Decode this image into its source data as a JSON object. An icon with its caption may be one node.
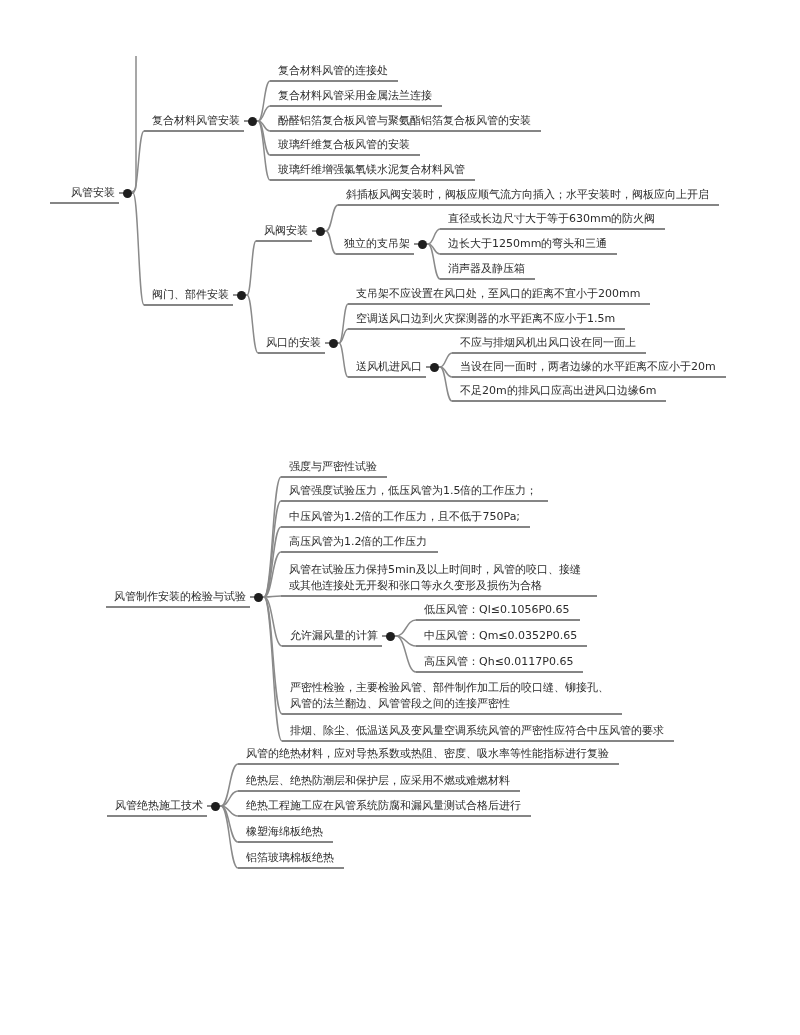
{
  "diagram": {
    "nodes": [
      {
        "text": [
          "风管安装"
        ]
      },
      {
        "text": [
          "复合材料风管安装"
        ]
      },
      {
        "text": [
          "复合材料风管的连接处"
        ]
      },
      {
        "text": [
          "复合材料风管采用金属法兰连接"
        ]
      },
      {
        "text": [
          "酚醛铝箔复合板风管与聚氨酯铝箔复合板风管的安装"
        ]
      },
      {
        "text": [
          "玻璃纤维复合板风管的安装"
        ]
      },
      {
        "text": [
          "玻璃纤维增强氯氧镁水泥复合材料风管"
        ]
      },
      {
        "text": [
          "阀门、部件安装"
        ]
      },
      {
        "text": [
          "风阀安装"
        ]
      },
      {
        "text": [
          "斜插板风阀安装时，阀板应顺气流方向插入；水平安装时，阀板应向上开启"
        ]
      },
      {
        "text": [
          "独立的支吊架"
        ]
      },
      {
        "text": [
          "直径或长边尺寸大于等于630mm的防火阀"
        ]
      },
      {
        "text": [
          "边长大于1250mm的弯头和三通"
        ]
      },
      {
        "text": [
          "消声器及静压箱"
        ]
      },
      {
        "text": [
          "风口的安装"
        ]
      },
      {
        "text": [
          "支吊架不应设置在风口处，至风口的距离不宜小于200mm"
        ]
      },
      {
        "text": [
          "空调送风口边到火灾探测器的水平距离不应小于1.5m"
        ]
      },
      {
        "text": [
          "送风机进风口"
        ]
      },
      {
        "text": [
          "不应与排烟风机出风口设在同一面上"
        ]
      },
      {
        "text": [
          "当设在同一面时，两者边缘的水平距离不应小于20m"
        ]
      },
      {
        "text": [
          "不足20m的排风口应高出进风口边缘6m"
        ]
      },
      {
        "text": [
          "风管制作安装的检验与试验"
        ]
      },
      {
        "text": [
          "强度与严密性试验"
        ]
      },
      {
        "text": [
          "风管强度试验压力，低压风管为1.5倍的工作压力；"
        ]
      },
      {
        "text": [
          "中压风管为1.2倍的工作压力，且不低于750Pa;"
        ]
      },
      {
        "text": [
          "高压风管为1.2倍的工作压力"
        ]
      },
      {
        "text": [
          "风管在试验压力保持5min及以上时间时，风管的咬口、接缝或其他连接处无开裂和张口等永久变形及损伤为合格"
        ]
      },
      {
        "text": [
          "允许漏风量的计算"
        ]
      },
      {
        "text": [
          "低压风管：Ql≤0.1056P0.65"
        ]
      },
      {
        "text": [
          "中压风管：Qm≤0.0352P0.65"
        ]
      },
      {
        "text": [
          "高压风管：Qh≤0.0117P0.65"
        ]
      },
      {
        "text": [
          "严密性检验，主要检验风管、部件制作加工后的咬口缝、铆接孔、风管的法兰翻边、风管管段之间的连接严密性"
        ]
      },
      {
        "text": [
          "排烟、除尘、低温送风及变风量空调系统风管的严密性应符合中压风管的要求"
        ]
      },
      {
        "text": [
          "风管绝热施工技术"
        ]
      },
      {
        "text": [
          "风管的绝热材料，应对导热系数或热阻、密度、吸水率等性能指标进行复验"
        ]
      },
      {
        "text": [
          "绝热层、绝热防潮层和保护层，应采用不燃或难燃材料"
        ]
      },
      {
        "text": [
          "绝热工程施工应在风管系统防腐和漏风量测试合格后进行"
        ]
      },
      {
        "text": [
          "橡塑海绵板绝热"
        ]
      },
      {
        "text": [
          "铝箔玻璃棉板绝热"
        ]
      }
    ],
    "edges": [
      {
        "from": null,
        "to": 0,
        "arrow": "none"
      },
      {
        "from": 0,
        "to": 1,
        "arrow": "none"
      },
      {
        "from": 0,
        "to": 7,
        "arrow": "none"
      },
      {
        "from": 1,
        "to": 2,
        "arrow": "none"
      },
      {
        "from": 1,
        "to": 3,
        "arrow": "none"
      },
      {
        "from": 1,
        "to": 4,
        "arrow": "none"
      },
      {
        "from": 1,
        "to": 5,
        "arrow": "none"
      },
      {
        "from": 1,
        "to": 6,
        "arrow": "none"
      },
      {
        "from": 7,
        "to": 8,
        "arrow": "none"
      },
      {
        "from": 7,
        "to": 14,
        "arrow": "none"
      },
      {
        "from": 8,
        "to": 9,
        "arrow": "none"
      },
      {
        "from": 8,
        "to": 10,
        "arrow": "none"
      },
      {
        "from": 10,
        "to": 11,
        "arrow": "none"
      },
      {
        "from": 10,
        "to": 12,
        "arrow": "none"
      },
      {
        "from": 10,
        "to": 13,
        "arrow": "none"
      },
      {
        "from": 14,
        "to": 15,
        "arrow": "none"
      },
      {
        "from": 14,
        "to": 16,
        "arrow": "none"
      },
      {
        "from": 14,
        "to": 17,
        "arrow": "none"
      },
      {
        "from": 17,
        "to": 18,
        "arrow": "none"
      },
      {
        "from": 17,
        "to": 19,
        "arrow": "none"
      },
      {
        "from": 17,
        "to": 20,
        "arrow": "none"
      },
      {
        "from": 21,
        "to": 22,
        "arrow": "none"
      },
      {
        "from": 21,
        "to": 23,
        "arrow": "none"
      },
      {
        "from": 21,
        "to": 24,
        "arrow": "none"
      },
      {
        "from": 21,
        "to": 25,
        "arrow": "none"
      },
      {
        "from": 21,
        "to": 26,
        "arrow": "none"
      },
      {
        "from": 21,
        "to": 27,
        "arrow": "none"
      },
      {
        "from": 27,
        "to": 28,
        "arrow": "none"
      },
      {
        "from": 27,
        "to": 29,
        "arrow": "none"
      },
      {
        "from": 27,
        "to": 30,
        "arrow": "none"
      },
      {
        "from": 21,
        "to": 31,
        "arrow": "none"
      },
      {
        "from": 21,
        "to": 32,
        "arrow": "none"
      },
      {
        "from": 33,
        "to": 34,
        "arrow": "none"
      },
      {
        "from": 33,
        "to": 35,
        "arrow": "none"
      },
      {
        "from": 33,
        "to": 36,
        "arrow": "none"
      },
      {
        "from": 33,
        "to": 37,
        "arrow": "none"
      },
      {
        "from": 33,
        "to": 38,
        "arrow": "none"
      }
    ]
  }
}
